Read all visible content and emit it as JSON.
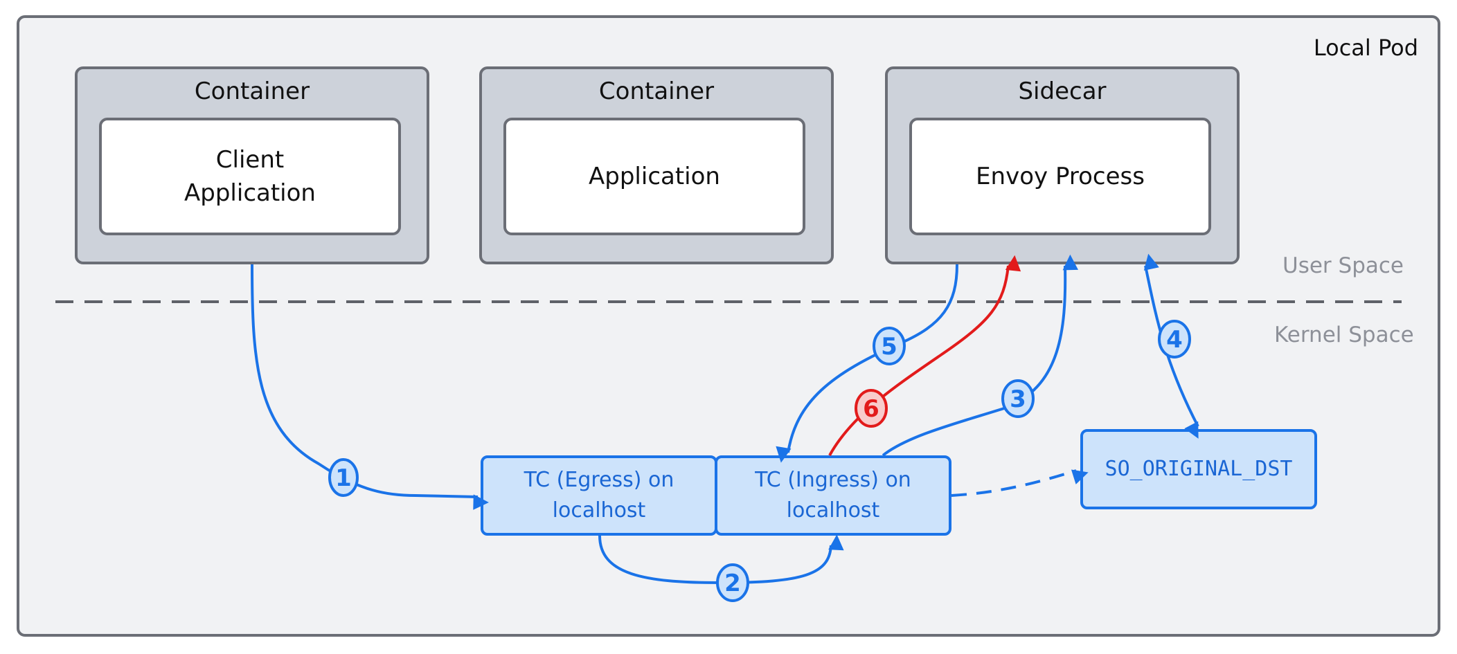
{
  "pod_label": "Local Pod",
  "user_space_label": "User Space",
  "kernel_space_label": "Kernel Space",
  "containers": [
    {
      "title": "Container",
      "content": "Client Application"
    },
    {
      "title": "Container",
      "content": "Application"
    },
    {
      "title": "Sidecar",
      "content": "Envoy Process"
    }
  ],
  "kernel_boxes": {
    "tc_egress": "TC (Egress) on localhost",
    "tc_ingress": "TC (Ingress) on localhost",
    "so_original_dst": "SO_ORIGINAL_DST"
  },
  "steps": [
    "1",
    "2",
    "3",
    "4",
    "5",
    "6"
  ],
  "colors": {
    "blue": "#1a73e8",
    "red": "#e21b1b",
    "border": "#6b6e76"
  }
}
